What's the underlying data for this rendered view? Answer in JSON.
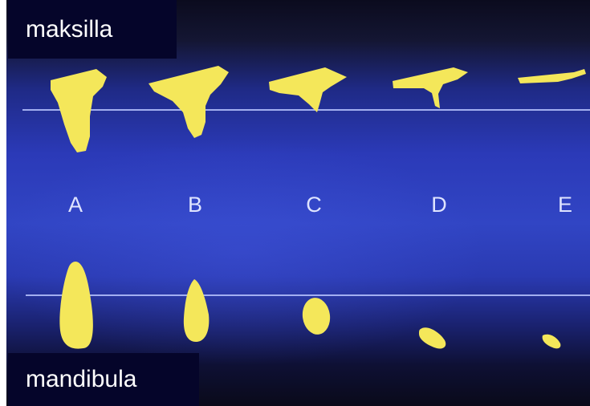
{
  "labels": {
    "top": "maksilla",
    "bottom": "mandibula"
  },
  "stages": [
    {
      "letter": "A"
    },
    {
      "letter": "B"
    },
    {
      "letter": "C"
    },
    {
      "letter": "D"
    },
    {
      "letter": "E"
    }
  ],
  "colors": {
    "bone": "#f4e75a",
    "background_blue": "#2b3ab8",
    "label_box": "#05052a",
    "reference_line": "#b9c4ff"
  }
}
